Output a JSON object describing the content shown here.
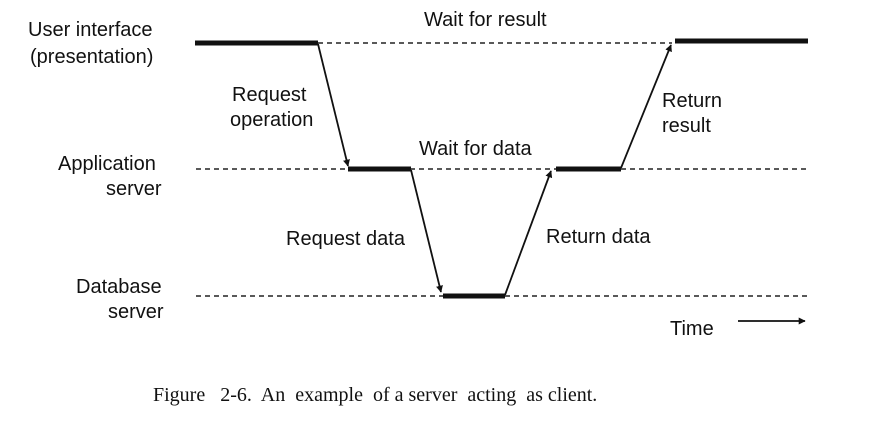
{
  "lanes": {
    "ui": {
      "line1": "User interface",
      "line2": "(presentation)"
    },
    "app": {
      "line1": "Application",
      "line2": "server"
    },
    "db": {
      "line1": "Database",
      "line2": "server"
    }
  },
  "annotations": {
    "wait_result": "Wait for result",
    "request_operation_line1": "Request",
    "request_operation_line2": "operation",
    "return_result_line1": "Return",
    "return_result_line2": "result",
    "wait_data": "Wait for data",
    "request_data": "Request data",
    "return_data": "Return data",
    "time": "Time"
  },
  "caption": "Figure   2-6.  An  example  of a server  acting  as client."
}
